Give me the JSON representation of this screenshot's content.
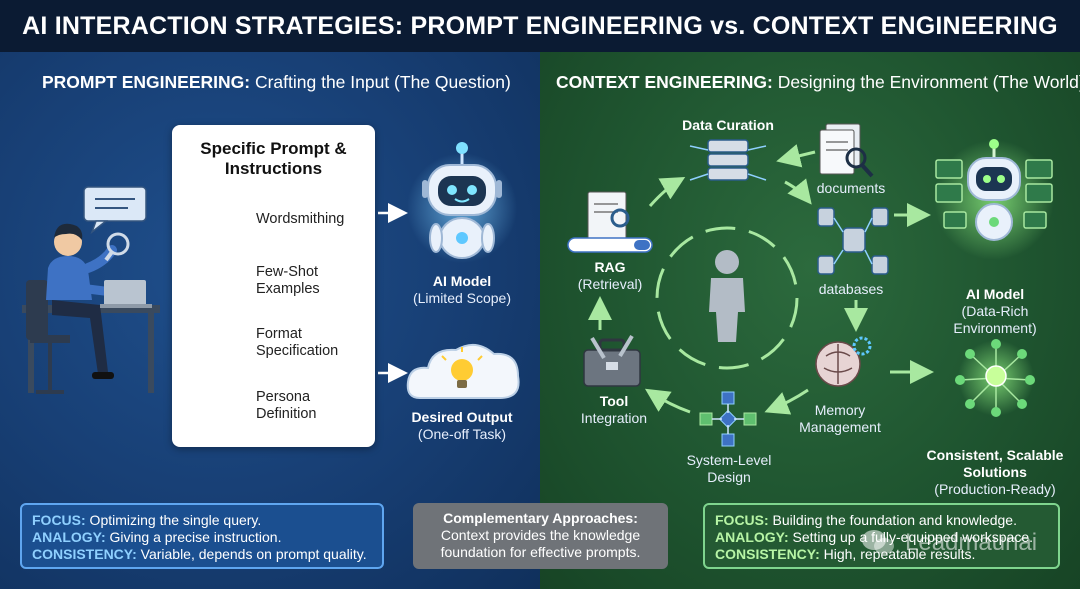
{
  "title": "AI INTERACTION STRATEGIES: PROMPT ENGINEERING vs. CONTEXT ENGINEERING",
  "left": {
    "heading_bold": "PROMPT ENGINEERING:",
    "heading_rest": " Crafting the Input (The Question)",
    "card_title": "Specific Prompt &\nInstructions",
    "card_items": [
      "Wordsmithing",
      "Few-Shot\nExamples",
      "Format\nSpecification",
      "Persona\nDefinition"
    ],
    "ai_model_title": "AI Model",
    "ai_model_sub": "(Limited Scope)",
    "output_title": "Desired Output",
    "output_sub": "(One-off Task)",
    "info": {
      "focus_k": "FOCUS:",
      "focus_v": " Optimizing the single query.",
      "analogy_k": "ANALOGY:",
      "analogy_v": " Giving a precise instruction.",
      "consistency_k": "CONSISTENCY:",
      "consistency_v": " Variable, depends on prompt quality."
    }
  },
  "right": {
    "heading_bold": "CONTEXT ENGINEERING:",
    "heading_rest": " Designing the Environment (The World)",
    "data_curation": "Data Curation",
    "documents": "documents",
    "databases": "databases",
    "memory_1": "Memory",
    "memory_2": "Management",
    "system_1": "System-Level",
    "system_2": "Design",
    "tool_1": "Tool",
    "tool_2": "Integration",
    "rag_title": "RAG",
    "rag_sub": "(Retrieval)",
    "ai_model_title": "AI Model",
    "ai_model_sub": "(Data-Rich\nEnvironment)",
    "solutions_title": "Consistent, Scalable\nSolutions",
    "solutions_sub": "(Production-Ready)",
    "info": {
      "focus_k": "FOCUS:",
      "focus_v": " Building the foundation and knowledge.",
      "analogy_k": "ANALOGY:",
      "analogy_v": " Setting up a fully-equipped workspace.",
      "consistency_k": "CONSISTENCY:",
      "consistency_v": " High, repeatable results."
    }
  },
  "center": {
    "title": "Complementary Approaches:",
    "line1": "Context provides the knowledge",
    "line2": "foundation for effective prompts."
  },
  "watermark": "Leadmaunai",
  "colors": {
    "left_bg": "#173e73",
    "right_bg": "#1f5530",
    "title_bg": "#0b1b33",
    "left_accent": "#5fa6f0",
    "right_accent": "#7fd58e"
  }
}
